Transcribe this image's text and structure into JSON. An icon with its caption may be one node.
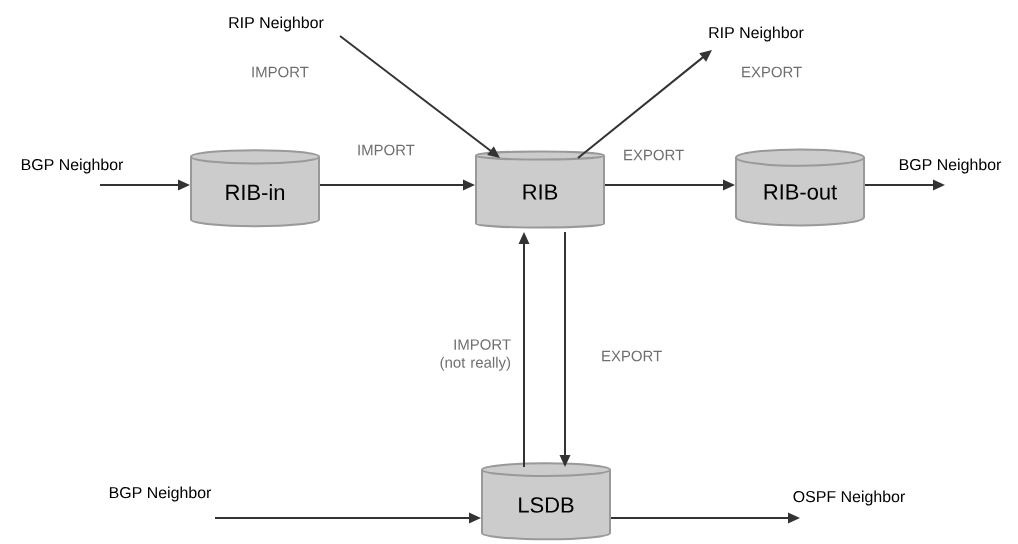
{
  "diagram": {
    "nodes": [
      {
        "text": [
          "RIB-in"
        ]
      },
      {
        "text": [
          "RIB"
        ]
      },
      {
        "text": [
          "RIB-out"
        ]
      },
      {
        "text": [
          "LSDB"
        ]
      },
      {
        "text": [
          "RIP Neighbor"
        ]
      },
      {
        "text": [
          "RIP Neighbor"
        ]
      },
      {
        "text": [
          "BGP Neighbor"
        ]
      },
      {
        "text": [
          "BGP Neighbor"
        ]
      },
      {
        "text": [
          "BGP Neighbor"
        ]
      },
      {
        "text": [
          "OSPF Neighbor"
        ]
      }
    ],
    "edges": [
      {
        "from": 6,
        "to": 0,
        "arrow": "to"
      },
      {
        "from": 0,
        "to": 1,
        "arrow": "to",
        "label": "IMPORT"
      },
      {
        "from": 1,
        "to": 2,
        "arrow": "to",
        "label": "EXPORT"
      },
      {
        "from": 2,
        "to": 7,
        "arrow": "to"
      },
      {
        "from": 4,
        "to": 1,
        "arrow": "to",
        "label": "IMPORT"
      },
      {
        "from": 1,
        "to": 5,
        "arrow": "to",
        "label": "EXPORT"
      },
      {
        "from": 3,
        "to": 1,
        "arrow": "to",
        "label": "IMPORT (not really)"
      },
      {
        "from": 1,
        "to": 3,
        "arrow": "to",
        "label": "EXPORT"
      },
      {
        "from": 8,
        "to": 3,
        "arrow": "to"
      },
      {
        "from": 3,
        "to": 9,
        "arrow": "to"
      }
    ]
  }
}
